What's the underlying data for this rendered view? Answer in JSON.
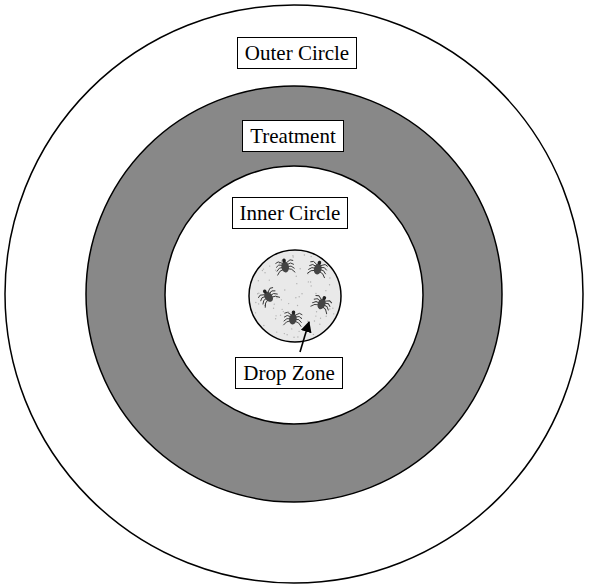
{
  "diagram": {
    "nodes": [
      {
        "text": [
          "Outer Circle"
        ]
      },
      {
        "text": [
          "Treatment"
        ],
        "in": 0
      },
      {
        "text": [
          "Inner Circle"
        ],
        "in": 1
      },
      {
        "text": [
          "Drop Zone"
        ],
        "in": 2
      }
    ]
  }
}
